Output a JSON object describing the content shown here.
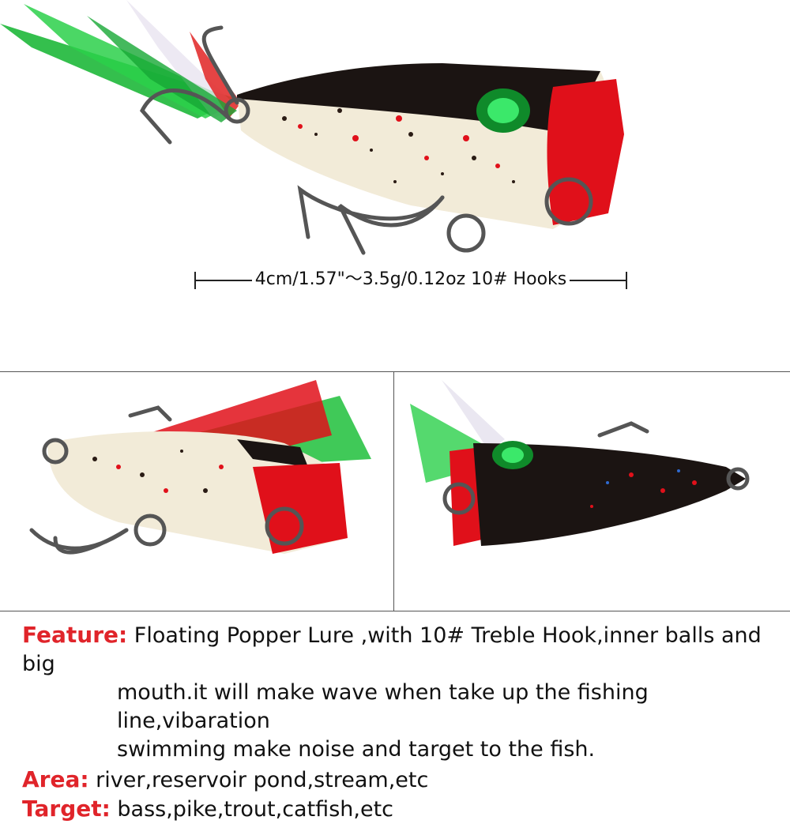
{
  "spec_line": "4cm/1.57\"〜3.5g/0.12oz  10# Hooks",
  "feature": {
    "label": "Feature:",
    "line1": "Floating Popper Lure ,with 10# Treble Hook,inner balls and big",
    "line2": "mouth.it will make wave when take up the fishing line,vibaration",
    "line3": "swimming make noise and target to the fish."
  },
  "area": {
    "label": "Area:",
    "value": "river,reservoir pond,stream,etc"
  },
  "target": {
    "label": "Target:",
    "value": "bass,pike,trout,catfish,etc"
  },
  "colors": {
    "accent": "#e0242a",
    "divider": "#555555"
  }
}
